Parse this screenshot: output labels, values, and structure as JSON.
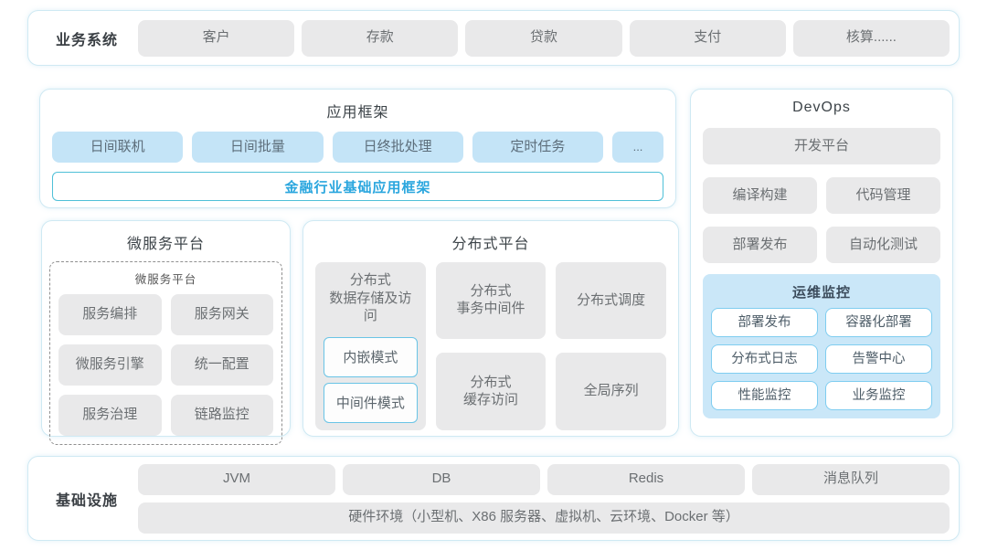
{
  "colors": {
    "panel_border": "#cfe9f3",
    "chip_gray": "#e9e9ea",
    "chip_blue": "#c4e4f7",
    "ops_panel_blue": "#cae7f8",
    "ops_chip_border": "#7fcdf0",
    "base_framework_border": "#4fc0d8",
    "base_framework_text": "#2aa6de"
  },
  "business_systems": {
    "label": "业务系统",
    "items": [
      "客户",
      "存款",
      "贷款",
      "支付",
      "核算......"
    ]
  },
  "app_framework": {
    "title": "应用框架",
    "items": [
      "日间联机",
      "日间批量",
      "日终批处理",
      "定时任务",
      "..."
    ],
    "base_label": "金融行业基础应用框架"
  },
  "devops": {
    "title": "DevOps",
    "platform": "开发平台",
    "items": [
      "编译构建",
      "代码管理",
      "部署发布",
      "自动化测试"
    ],
    "ops_monitor": {
      "title": "运维监控",
      "items": [
        "部署发布",
        "容器化部署",
        "分布式日志",
        "告警中心",
        "性能监控",
        "业务监控"
      ]
    }
  },
  "microservice": {
    "title": "微服务平台",
    "inner_title": "微服务平台",
    "items": [
      "服务编排",
      "服务网关",
      "微服务引擎",
      "统一配置",
      "服务治理",
      "链路监控"
    ]
  },
  "distributed": {
    "title": "分布式平台",
    "storage": {
      "label": "分布式\n数据存储及访问",
      "modes": [
        "内嵌模式",
        "中间件模式"
      ]
    },
    "cells": [
      "分布式\n事务中间件",
      "分布式调度",
      "分布式\n缓存访问",
      "全局序列"
    ]
  },
  "infrastructure": {
    "label": "基础设施",
    "items": [
      "JVM",
      "DB",
      "Redis",
      "消息队列"
    ],
    "hardware": "硬件环境（小型机、X86 服务器、虚拟机、云环境、Docker 等）"
  }
}
